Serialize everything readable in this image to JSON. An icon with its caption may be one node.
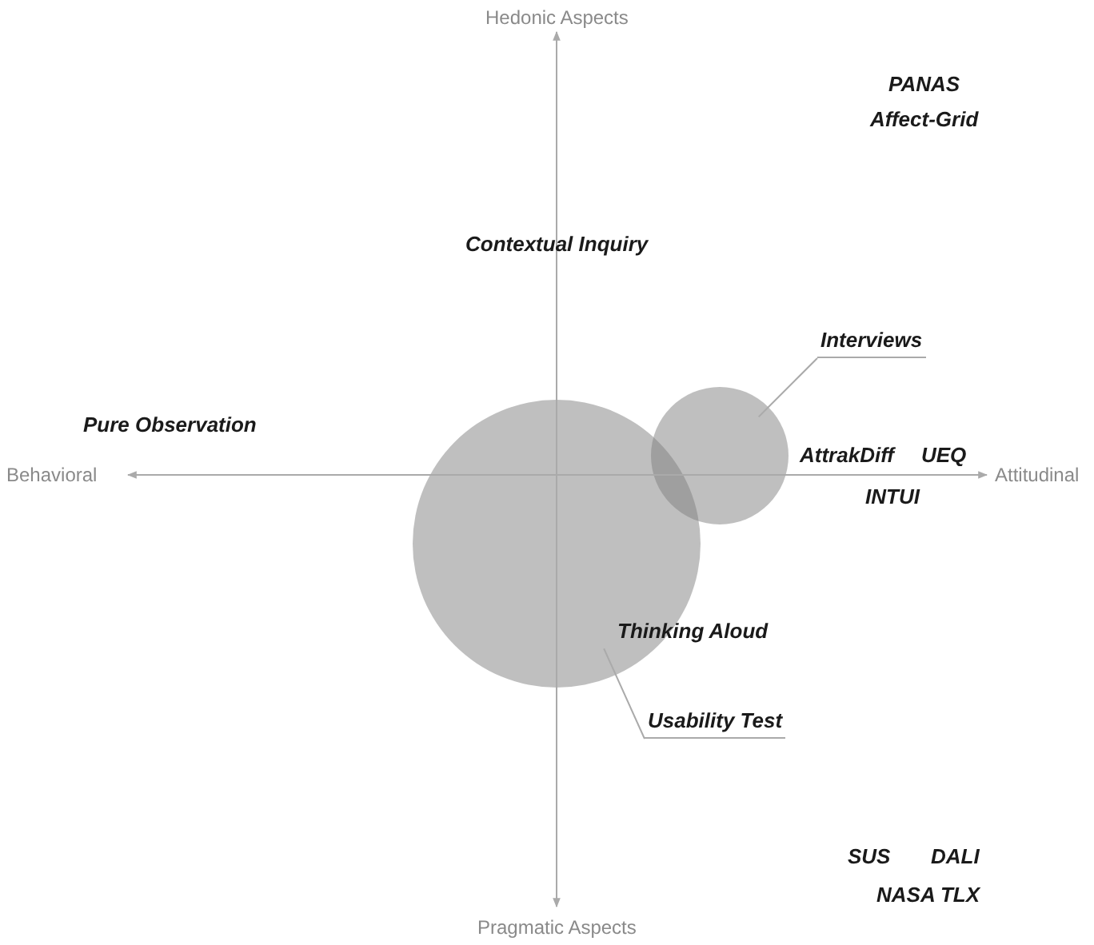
{
  "diagram": {
    "nodes": [
      {
        "text": [],
        "shape": "circle"
      },
      {
        "text": [],
        "shape": "circle"
      },
      {
        "text": [
          "Interviews"
        ]
      },
      {
        "text": [
          "Usability Test"
        ]
      }
    ],
    "edges": [
      {
        "from": 2,
        "to": 1,
        "arrow": "none"
      },
      {
        "from": 3,
        "to": 0,
        "arrow": "none"
      }
    ],
    "labels": [
      "Hedonic Aspects",
      "PANAS",
      "Affect-Grid",
      "Contextual Inquiry",
      "Pure Observation",
      "Behavioral",
      "AttrakDiff",
      "UEQ",
      "Attitudinal",
      "INTUI",
      "Thinking Aloud",
      "SUS",
      "DALI",
      "NASA TLX",
      "Pragmatic Aspects"
    ]
  }
}
